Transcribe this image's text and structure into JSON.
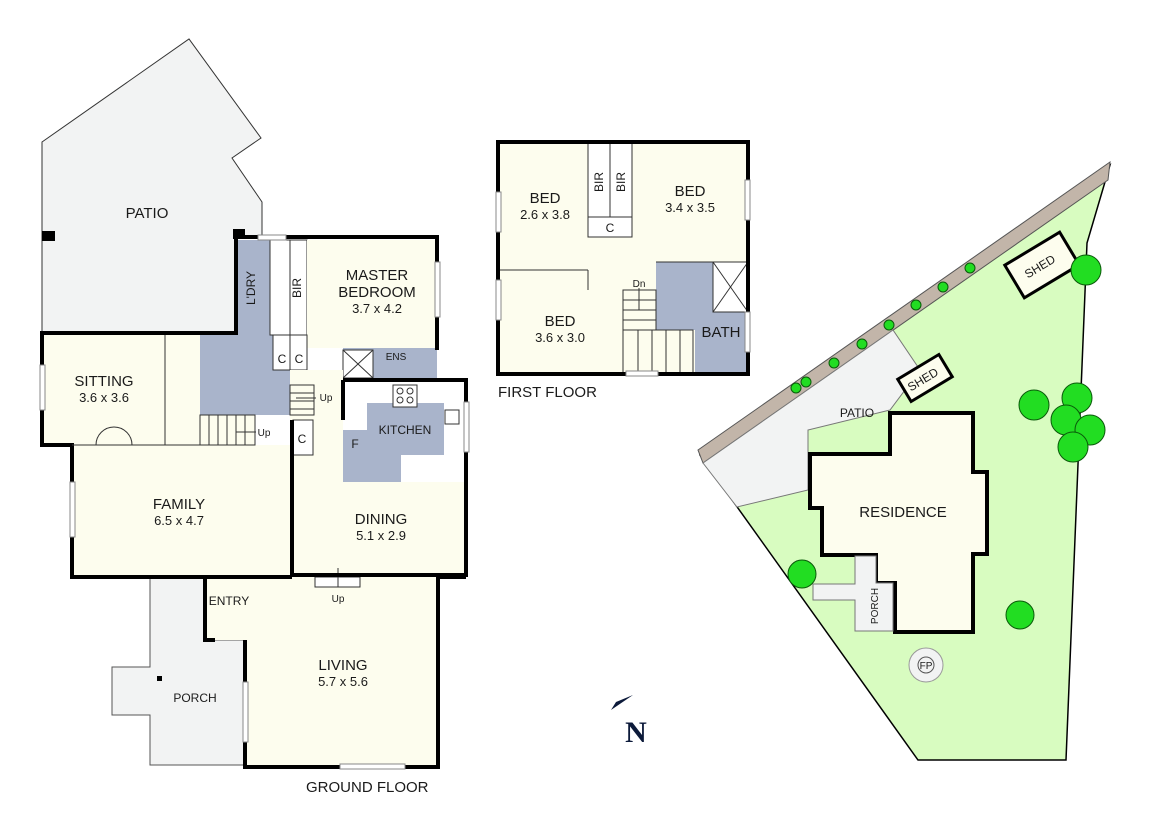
{
  "colors": {
    "wall": "#000000",
    "room_fill": "#fdfdee",
    "wet_area_fill": "#a9b4cb",
    "outdoor_fill": "#f2f3f3",
    "garden_fill": "#d8fcc0",
    "boundary_strip": "#c2b5a9",
    "tree_fill": "#22dd22",
    "compass": "#0c1a3a"
  },
  "ground_floor": {
    "title": "GROUND FLOOR",
    "rooms": {
      "patio": {
        "name": "PATIO"
      },
      "laundry": {
        "name": "L'DRY"
      },
      "bir": {
        "name": "BIR"
      },
      "master_bedroom": {
        "name_line1": "MASTER",
        "name_line2": "BEDROOM",
        "dims": "3.7 x 4.2"
      },
      "ensuite": {
        "name": "ENS"
      },
      "closet1": {
        "name": "C"
      },
      "closet2": {
        "name": "C"
      },
      "closet3": {
        "name": "C"
      },
      "sitting": {
        "name": "SITTING",
        "dims": "3.6 x 3.6"
      },
      "kitchen": {
        "name": "KITCHEN",
        "fridge": "F"
      },
      "family": {
        "name": "FAMILY",
        "dims": "6.5 x 4.7"
      },
      "dining": {
        "name": "DINING",
        "dims": "5.1 x 2.9"
      },
      "entry": {
        "name": "ENTRY"
      },
      "living": {
        "name": "LIVING",
        "dims": "5.7 x 5.6"
      },
      "porch": {
        "name": "PORCH"
      }
    },
    "stairs": {
      "up1": "Up",
      "up2": "Up",
      "up3": "Up"
    }
  },
  "first_floor": {
    "title": "FIRST FLOOR",
    "rooms": {
      "bed1": {
        "name": "BED",
        "dims": "2.6 x 3.8"
      },
      "bed2": {
        "name": "BED",
        "dims": "3.4 x 3.5"
      },
      "bed3": {
        "name": "BED",
        "dims": "3.6 x 3.0"
      },
      "bir1": {
        "name": "BIR"
      },
      "bir2": {
        "name": "BIR"
      },
      "closet": {
        "name": "C"
      },
      "bath": {
        "name": "BATH"
      }
    },
    "stairs": {
      "down": "Dn"
    }
  },
  "site_plan": {
    "residence": "RESIDENCE",
    "shed1": "SHED",
    "shed2": "SHED",
    "patio": "PATIO",
    "porch": "PORCH",
    "fire_pit": "FP"
  },
  "compass": {
    "letter": "N",
    "icon": "north-arrow-icon"
  }
}
